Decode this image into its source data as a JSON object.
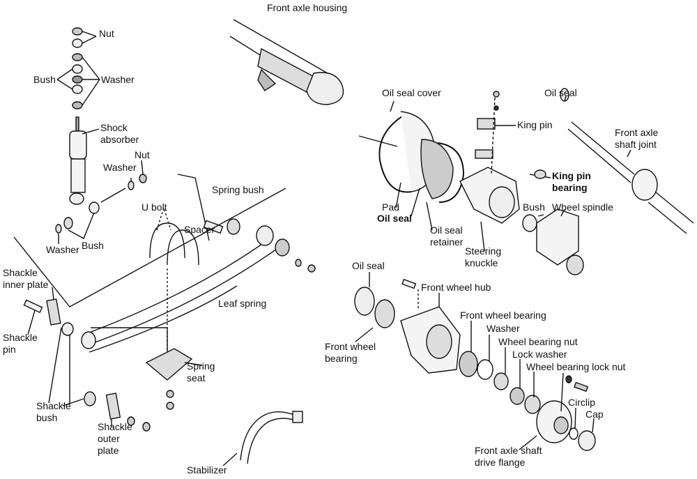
{
  "labels": {
    "front_axle_housing": "Front axle housing",
    "nut_top": "Nut",
    "bush_top": "Bush",
    "washer_top": "Washer",
    "shock_absorber": "Shock\nabsorber",
    "nut_lower": "Nut",
    "washer_mid": "Washer",
    "washer_low": "Washer",
    "bush_low": "Bush",
    "u_bolt": "U bolt",
    "spring_bush": "Spring bush",
    "spacer": "Spacer",
    "leaf_spring": "Leaf spring",
    "shackle_inner_plate": "Shackle\ninner plate",
    "shackle_pin": "Shackle\npin",
    "spring_seat": "Spring\nseat",
    "shackle_bush": "Shackle\nbush",
    "shackle_outer_plate": "Shackle\nouter\nplate",
    "stabilizer": "Stabilizer",
    "oil_seal_cover": "Oil seal cover",
    "oil_seal_right": "Oil seal",
    "king_pin": "King pin",
    "front_axle_shaft_joint": "Front axle\nshaft joint",
    "king_pin_bearing": "King pin\nbearing",
    "pad": "Pad",
    "oil_seal_knuckle": "Oil seal",
    "oil_seal_retainer": "Oil seal\nretainer",
    "bush_spindle": "Bush",
    "wheel_spindle": "Wheel spindle",
    "steering_knuckle": "Steering\nknuckle",
    "oil_seal_hub": "Oil seal",
    "front_wheel_hub": "Front wheel hub",
    "front_wheel_bearing_outer": "Front wheel bearing",
    "washer_hub": "Washer",
    "wheel_bearing_nut": "Wheel bearing nut",
    "front_wheel_bearing_inner": "Front wheel\nbearing",
    "lock_washer": "Lock washer",
    "wheel_bearing_lock_nut": "Wheel bearing lock nut",
    "circlip": "Circlip",
    "cap": "Cap",
    "drive_flange": "Front axle shaft\ndrive flange"
  }
}
